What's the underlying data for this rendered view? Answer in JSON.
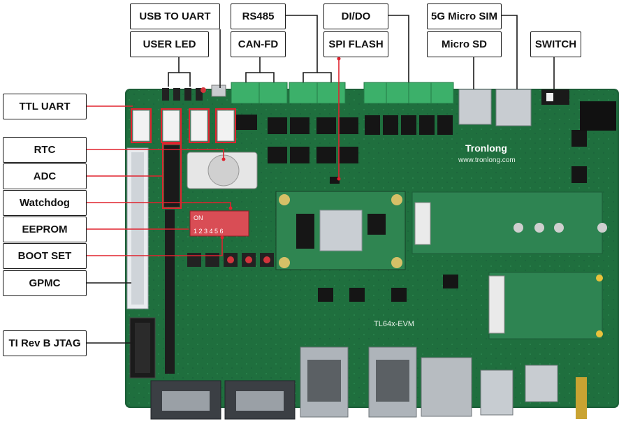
{
  "labels": {
    "usb_to_uart": "USB TO UART",
    "user_led": "USER LED",
    "rs485": "RS485",
    "can_fd": "CAN-FD",
    "di_do": "DI/DO",
    "spi_flash": "SPI FLASH",
    "sim_5g": "5G Micro SIM",
    "micro_sd": "Micro SD",
    "switch": "SWITCH",
    "ttl_uart": "TTL UART",
    "rtc": "RTC",
    "adc": "ADC",
    "watchdog": "Watchdog",
    "eeprom": "EEPROM",
    "boot_set": "BOOT SET",
    "gpmc": "GPMC",
    "jtag": "TI Rev B JTAG"
  },
  "board": {
    "brand": "Tronlong",
    "website": "www.tronlong.com",
    "model": "TL64x-EVM",
    "dip_on": "ON",
    "dip_numbers": "1 2 3 4 5 6"
  },
  "colors": {
    "pcb": "#1f6f3e",
    "leader_red": "#e0232f",
    "leader_black": "#1a1a1a",
    "terminal_green": "#3cb06a"
  }
}
